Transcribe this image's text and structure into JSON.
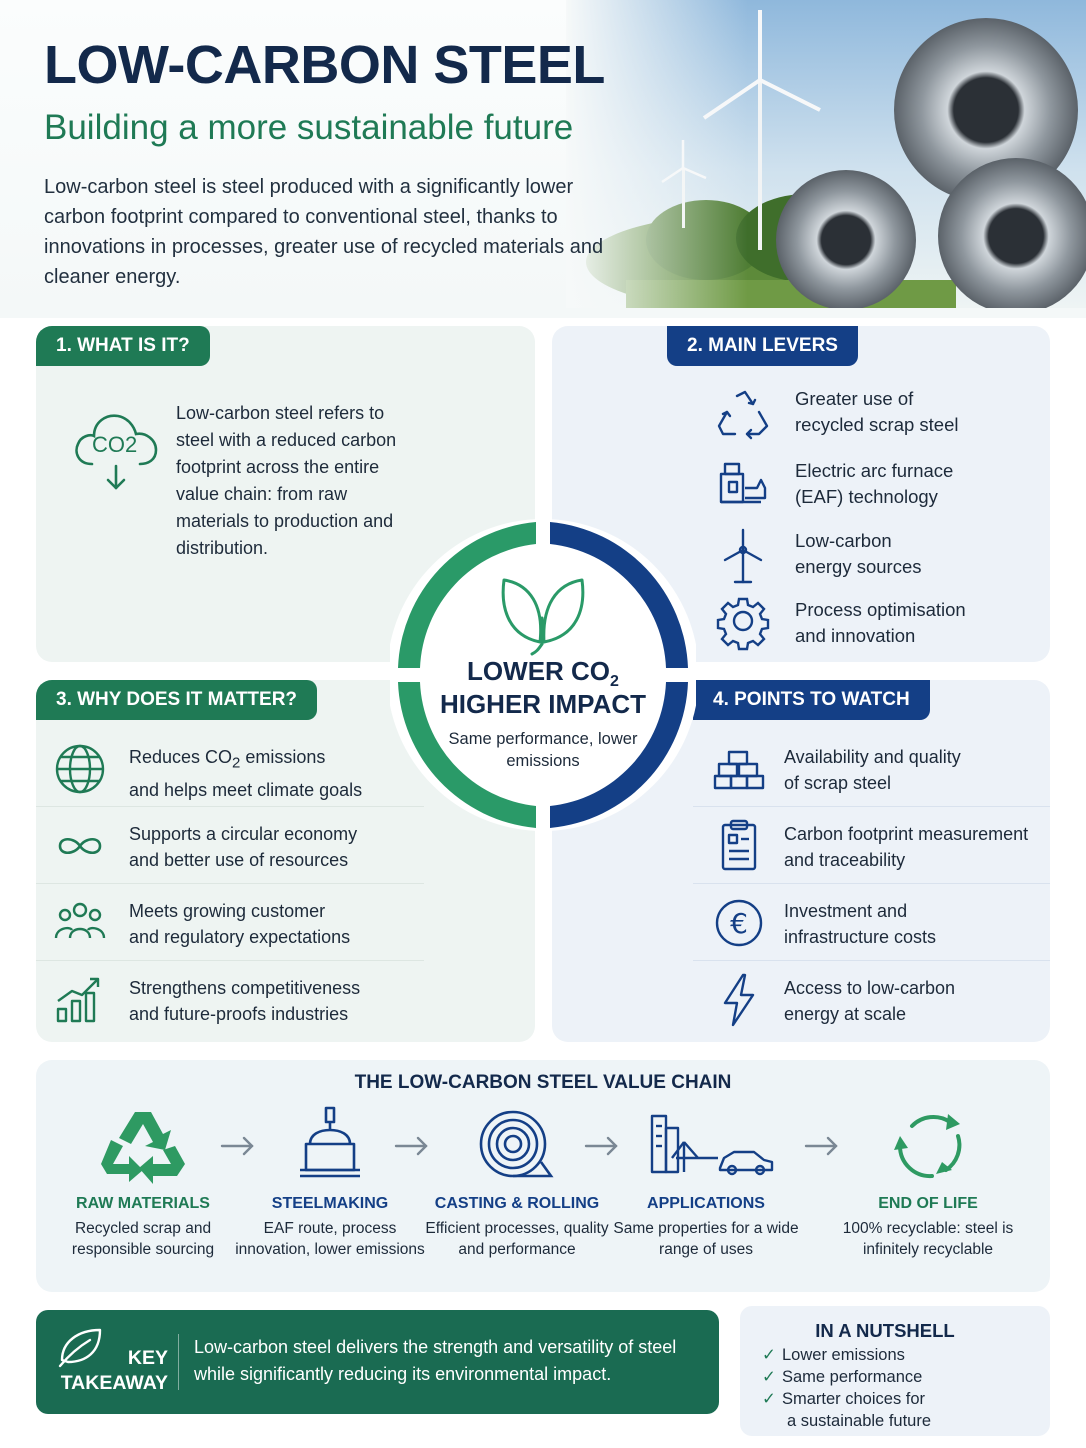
{
  "header": {
    "title": "LOW-CARBON STEEL",
    "subtitle": "Building a more sustainable future",
    "intro": "Low-carbon steel is steel produced with a significantly lower carbon footprint compared to conventional steel, thanks to innovations in processes, greater use of recycled materials and cleaner energy."
  },
  "what": {
    "tag": "1. WHAT IS IT?",
    "icon": "co2-cloud-icon",
    "icon_text": "CO2",
    "text": "Low-carbon steel refers to steel with a reduced carbon footprint across the entire value chain: from raw materials to production and distribution."
  },
  "levers": {
    "tag": "2. MAIN LEVERS",
    "items": [
      {
        "icon": "recycle-icon",
        "line1": "Greater use of",
        "line2": "recycled scrap steel"
      },
      {
        "icon": "furnace-icon",
        "line1": "Electric arc furnace",
        "line2": "(EAF) technology"
      },
      {
        "icon": "wind-turbine-icon",
        "line1": "Low-carbon",
        "line2": "energy sources"
      },
      {
        "icon": "gear-icon",
        "line1": "Process optimisation",
        "line2": "and innovation"
      }
    ]
  },
  "why": {
    "tag": "3. WHY DOES IT MATTER?",
    "items": [
      {
        "icon": "globe-icon",
        "pre": "Reduces CO",
        "sub": "2",
        "post": " emissions",
        "line2": "and helps meet climate goals"
      },
      {
        "icon": "infinity-icon",
        "line1": "Supports a circular economy",
        "line2": "and better use of resources"
      },
      {
        "icon": "people-icon",
        "line1": "Meets growing customer",
        "line2": "and regulatory expectations"
      },
      {
        "icon": "growth-chart-icon",
        "line1": "Strengthens competitiveness",
        "line2": "and future-proofs industries"
      }
    ]
  },
  "watch": {
    "tag": "4. POINTS TO WATCH",
    "items": [
      {
        "icon": "scrap-blocks-icon",
        "line1": "Availability and quality",
        "line2": "of scrap steel"
      },
      {
        "icon": "clipboard-icon",
        "line1": "Carbon footprint measurement",
        "line2": "and traceability"
      },
      {
        "icon": "euro-icon",
        "line1": "Investment and",
        "line2": "infrastructure costs",
        "symbol": "€"
      },
      {
        "icon": "lightning-icon",
        "line1": "Access to low-carbon",
        "line2": "energy at scale"
      }
    ]
  },
  "center": {
    "icon": "leaves-icon",
    "line1_pre": "LOWER CO",
    "line1_sub": "2",
    "line2": "HIGHER IMPACT",
    "line3": "Same performance, lower emissions",
    "colors": {
      "green": "#2a9a68",
      "blue": "#143f86"
    }
  },
  "chain": {
    "title": "THE LOW-CARBON STEEL VALUE CHAIN",
    "steps": [
      {
        "icon": "recycle-icon",
        "name": "RAW MATERIALS",
        "desc": "Recycled scrap and responsible sourcing"
      },
      {
        "icon": "ladle-icon",
        "name": "STEELMAKING",
        "desc": "EAF route, process innovation, lower emissions"
      },
      {
        "icon": "steel-coil-icon",
        "name": "CASTING & ROLLING",
        "desc": "Efficient processes, quality and performance"
      },
      {
        "icon": "city-car-icon",
        "name": "APPLICATIONS",
        "desc": "Same properties for a wide range of uses"
      },
      {
        "icon": "cycle-arrows-icon",
        "name": "END OF LIFE",
        "desc": "100% recyclable: steel is infinitely recyclable"
      }
    ]
  },
  "takeaway": {
    "icon": "leaf-icon",
    "label_line1": "KEY",
    "label_line2": "TAKEAWAY",
    "text": "Low-carbon steel delivers the strength and versatility of steel while significantly reducing its environmental impact."
  },
  "nutshell": {
    "title": "IN A NUTSHELL",
    "items": [
      "Lower emissions",
      "Same performance",
      "Smarter choices for"
    ],
    "last_cont": "a sustainable future",
    "check": "✓"
  }
}
